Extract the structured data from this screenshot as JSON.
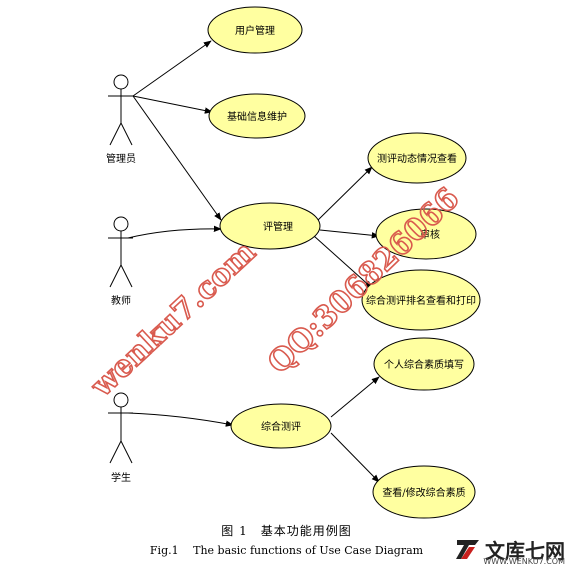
{
  "actors": {
    "admin": "管理员",
    "teacher": "教师",
    "student": "学生"
  },
  "use_cases": {
    "user_mgmt": "用户管理",
    "basic_info": "基础信息维护",
    "eval_mgmt": "评管理",
    "dynamic": "测评动态情况查看",
    "audit": "审核",
    "ranking": "综合测评排名查看和打印",
    "fill": "个人综合素质填写",
    "comprehensive": "综合测评",
    "view_modify": "查看/修改综合素质"
  },
  "caption": {
    "cn": "图 1　基本功能用例图",
    "en": "Fig.1　 The basic functions of Use Case Diagram"
  },
  "watermark": {
    "left": "wenku7.com",
    "right": "QQ:306826066"
  },
  "logo": {
    "name": "文库七网",
    "url": "WWW.WENKU7.COM"
  },
  "colors": {
    "usecase_fill": "#ffffa0",
    "watermark": "#d95a4e",
    "logo_red": "#c8201e"
  }
}
